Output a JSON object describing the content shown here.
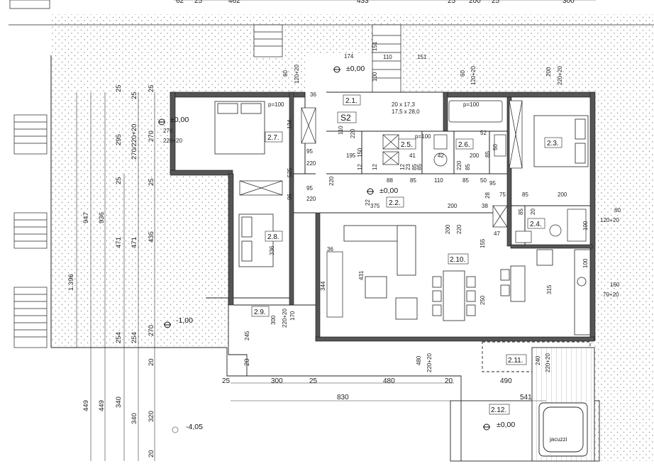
{
  "rooms": [
    {
      "id": "2.1.",
      "label": "2.1."
    },
    {
      "id": "2.2.",
      "label": "2.2."
    },
    {
      "id": "2.3.",
      "label": "2.3."
    },
    {
      "id": "2.4.",
      "label": "2.4."
    },
    {
      "id": "2.5.",
      "label": "2.5."
    },
    {
      "id": "2.6.",
      "label": "2.6."
    },
    {
      "id": "2.7.",
      "label": "2.7."
    },
    {
      "id": "2.8.",
      "label": "2.8."
    },
    {
      "id": "2.9.",
      "label": "2.9."
    },
    {
      "id": "2.10.",
      "label": "2.10."
    },
    {
      "id": "2.11.",
      "label": "2.11."
    },
    {
      "id": "2.12.",
      "label": "2.12."
    }
  ],
  "tags": {
    "stair": "S2",
    "jacuzzi": "jacuzzi",
    "stair_spec_1": "20 x 17,3",
    "stair_spec_2": "17,5 x 28,0"
  },
  "levels": {
    "entry": "±0,00",
    "living": "±0,00",
    "terrace_left": "±0,00",
    "terrace_low": "-1,00",
    "pool_deck": "±0,00",
    "garden": "-4,05"
  },
  "top_dims": [
    "62",
    "25",
    "462",
    "433",
    "25",
    "200",
    "25",
    "300"
  ],
  "dims_bottom_row1": [
    "25",
    "300",
    "25",
    "480",
    "20",
    "490"
  ],
  "dims_bottom_row2": [
    "830",
    "541"
  ],
  "left_dims": [
    "1.396",
    "947",
    "936",
    "471",
    "471",
    "435",
    "270",
    "254",
    "254",
    "449",
    "449",
    "340",
    "340",
    "320",
    "20",
    "20",
    "20"
  ],
  "left_upper_dims": [
    "25",
    "25",
    "295",
    "270",
    "270/220+20",
    "25",
    "25",
    "25"
  ],
  "misc_dims": {
    "d174": "174",
    "d151": "151",
    "d110": "110",
    "d151b": "151",
    "d100": "100",
    "d60a": "60",
    "d120_20a": "120+20",
    "d36a": "36",
    "d134": "134",
    "d95a": "95",
    "d220a": "220",
    "d95b": "95",
    "d220b": "220",
    "d96": "96",
    "d525": "525",
    "d220_20": "220+20",
    "d270": "270",
    "d110b": "110",
    "d220c": "220",
    "d150": "150",
    "d195": "195",
    "d12": "12",
    "d88": "88",
    "d85a": "85",
    "d110c": "110",
    "d85b": "85",
    "d50": "50",
    "d375": "375",
    "d200": "200",
    "d38": "38",
    "d200b": "200",
    "d220d": "220",
    "d155": "155",
    "d47": "47",
    "d85c": "85",
    "d20": "20",
    "d250": "250",
    "d344": "344",
    "d431": "431",
    "d36b": "36",
    "d336": "336",
    "d300": "300",
    "d220_20b": "220+20",
    "d170": "170",
    "d245": "245",
    "d480": "480",
    "d220_20c": "220+20",
    "d240": "240",
    "d220_20d": "220+20",
    "d315": "315",
    "d100b": "100",
    "d160": "160",
    "d70_20": "70+20",
    "d60b": "60",
    "d120_20b": "120+20",
    "d100c": "100",
    "d200c": "200",
    "d220_20e": "220+20",
    "d60c": "60",
    "d120_20c": "120+20",
    "d200d": "200",
    "d28": "28",
    "d75": "75",
    "d85d": "85",
    "d95c": "95",
    "d85e": "85",
    "d52": "52",
    "d85f": "85",
    "d85g": "85",
    "d12b": "12",
    "d12c": "12",
    "d23": "23",
    "d85h": "85",
    "d220e": "220",
    "d50b": "50",
    "d200e": "200",
    "d42": "42",
    "d41": "41",
    "d220f": "220",
    "d22": "22"
  },
  "openings": {
    "p100a": "p=100",
    "p100b": "p=100",
    "p100c": "p=100"
  }
}
